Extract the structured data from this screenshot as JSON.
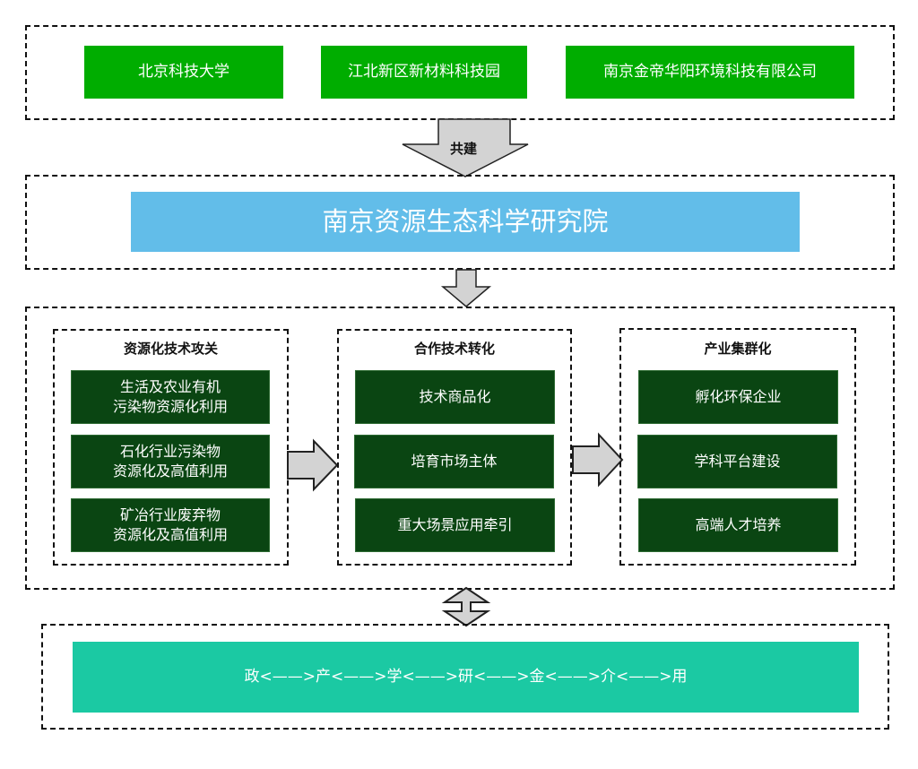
{
  "partners": {
    "items": [
      {
        "label": "北京科技大学"
      },
      {
        "label": "江北新区新材料科技园"
      },
      {
        "label": "南京金帝华阳环境科技有限公司"
      }
    ],
    "color": "#00ad00"
  },
  "co_build_arrow": {
    "label": "共建"
  },
  "institute": {
    "label": "南京资源生态科学研究院",
    "color": "#62bde9"
  },
  "stages": [
    {
      "title": "资源化技术攻关",
      "items": [
        {
          "line1": "生活及农业有机",
          "line2": "污染物资源化利用"
        },
        {
          "line1": "石化行业污染物",
          "line2": "资源化及高值利用"
        },
        {
          "line1": "矿冶行业废弃物",
          "line2": "资源化及高值利用"
        }
      ]
    },
    {
      "title": "合作技术转化",
      "items": [
        {
          "line1": "技术商品化"
        },
        {
          "line1": "培育市场主体"
        },
        {
          "line1": "重大场景应用牵引"
        }
      ]
    },
    {
      "title": "产业集群化",
      "items": [
        {
          "line1": "孵化环保企业"
        },
        {
          "line1": "学科平台建设"
        },
        {
          "line1": "高端人才培养"
        }
      ]
    }
  ],
  "stage_box_color": "#0a4512",
  "chain": {
    "label": "政<——>产<——>学<——>研<——>金<——>介<——>用",
    "color": "#1bc9a3"
  }
}
